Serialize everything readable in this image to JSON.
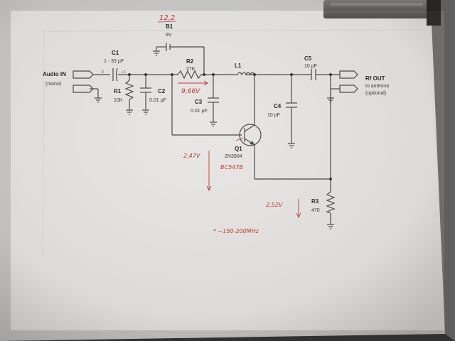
{
  "labels": {
    "audio_in": "Audio IN",
    "mono": "(mono)",
    "c1_name": "C1",
    "c1_value": "1 - 33 µF",
    "c1_pin2": "2",
    "c1_pin1": "+ 1",
    "r1_name": "R1",
    "r1_value": "10K",
    "c2_name": "C2",
    "c2_value": "0.01 µF",
    "b1_name": "B1",
    "b1_value": "9V",
    "r2_name": "R2",
    "r2_value": "27K",
    "c3_name": "C3",
    "c3_value": "0.01 µF",
    "l1_name": "L1",
    "c4_name": "C4",
    "c4_value": "10 pF",
    "c5_name": "C5",
    "c5_value": "10 pF",
    "rf_out": "Rf OUT",
    "to_antenna": "to antenna",
    "optional": "(optional)",
    "q1_name": "Q1",
    "q1_part": "2N3904",
    "r3_name": "R3",
    "r3_value": "470"
  },
  "handwritten": {
    "battery_voltage": "12,2",
    "r2_voltage": "9,66V",
    "base_voltage": "2,47V",
    "transistor_sub": "BC547B",
    "emitter_voltage": "2,52V",
    "frequency_note": "* ~150-200MHz"
  },
  "colors": {
    "paper": "#e4e3e1",
    "desk": "#3a3836",
    "ink": "#3a3a3a",
    "pen": "#c0392b"
  }
}
